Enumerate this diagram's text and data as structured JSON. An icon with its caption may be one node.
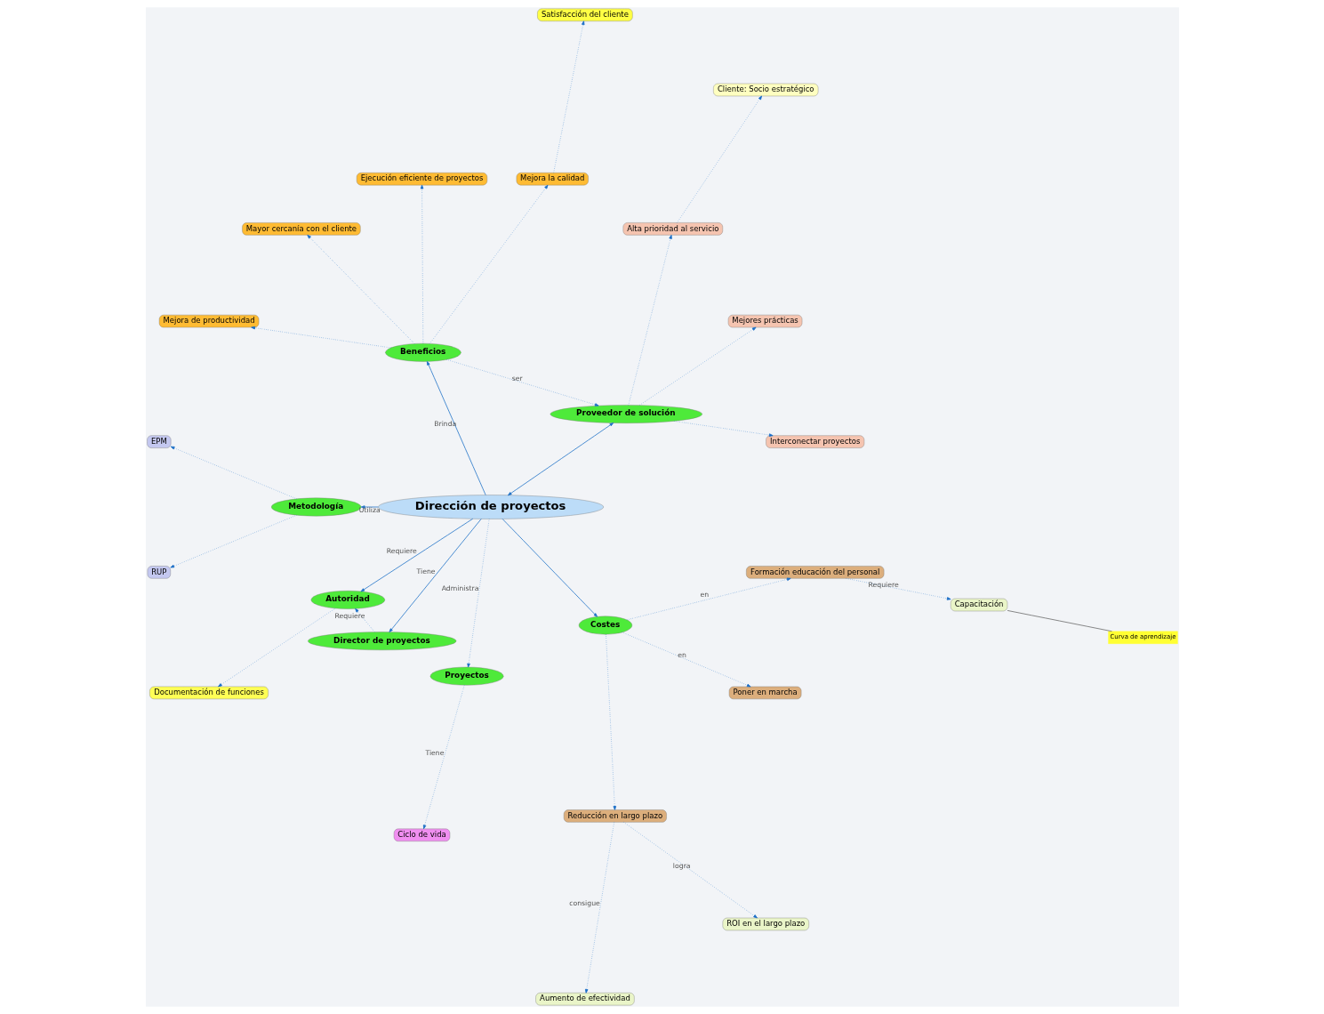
{
  "diagram": {
    "nodes": [
      {
        "text": [
          "Dirección de proyectos"
        ]
      },
      {
        "text": [
          "Proveedor de solución"
        ]
      },
      {
        "text": [
          "Interconectar proyectos"
        ]
      },
      {
        "text": [
          "Mejores prácticas"
        ]
      },
      {
        "text": [
          "Alta prioridad al servicio"
        ]
      },
      {
        "text": [
          "Cliente: Socio estratégico"
        ]
      },
      {
        "text": [
          "Beneficios"
        ]
      },
      {
        "text": [
          "Satisfacción del cliente"
        ]
      },
      {
        "text": [
          "Mejora la calidad"
        ]
      },
      {
        "text": [
          "Ejecución eficiente de proyectos"
        ]
      },
      {
        "text": [
          "Mayor cercanía con el cliente"
        ]
      },
      {
        "text": [
          "Mejora de productividad"
        ]
      },
      {
        "text": [
          "Metodología"
        ]
      },
      {
        "text": [
          "EPM"
        ]
      },
      {
        "text": [
          "RUP"
        ]
      },
      {
        "text": [
          "Autoridad"
        ]
      },
      {
        "text": [
          "Documentación de funciones"
        ]
      },
      {
        "text": [
          "Director de proyectos"
        ]
      },
      {
        "text": [
          "Proyectos"
        ]
      },
      {
        "text": [
          "Ciclo de vida"
        ]
      },
      {
        "text": [
          "Costes"
        ]
      },
      {
        "text": [
          "Reducción en largo plazo"
        ]
      },
      {
        "text": [
          "Aumento de efectividad"
        ]
      },
      {
        "text": [
          "ROI en el largo plazo"
        ]
      },
      {
        "text": [
          "Poner en marcha"
        ]
      },
      {
        "text": [
          "Formación educación del personal"
        ]
      },
      {
        "text": [
          "Capacitación"
        ]
      },
      {
        "text": [
          "Curva de aprendizaje"
        ]
      }
    ],
    "edges": [
      {
        "from": 0,
        "to": 1,
        "arrow": "both"
      },
      {
        "from": 1,
        "to": 2,
        "arrow": "to",
        "style": "dashed"
      },
      {
        "from": 1,
        "to": 3,
        "arrow": "to",
        "style": "dashed"
      },
      {
        "from": 1,
        "to": 4,
        "arrow": "to",
        "style": "dashed"
      },
      {
        "from": 4,
        "to": 5,
        "arrow": "to",
        "style": "dashed"
      },
      {
        "from": 0,
        "to": 6,
        "arrow": "to",
        "label": "Brinda"
      },
      {
        "from": 6,
        "to": 1,
        "arrow": "to",
        "label": "ser",
        "style": "dashed"
      },
      {
        "from": 6,
        "to": 8,
        "arrow": "to",
        "style": "dashed"
      },
      {
        "from": 8,
        "to": 7,
        "arrow": "to",
        "style": "dashed"
      },
      {
        "from": 6,
        "to": 9,
        "arrow": "to",
        "style": "dashed"
      },
      {
        "from": 6,
        "to": 10,
        "arrow": "to",
        "style": "dashed"
      },
      {
        "from": 6,
        "to": 11,
        "arrow": "to",
        "style": "dashed"
      },
      {
        "from": 0,
        "to": 12,
        "arrow": "to",
        "label": "Utiliza"
      },
      {
        "from": 12,
        "to": 13,
        "arrow": "to",
        "style": "dashed"
      },
      {
        "from": 12,
        "to": 14,
        "arrow": "to",
        "style": "dashed"
      },
      {
        "from": 0,
        "to": 15,
        "arrow": "to",
        "label": "Requiere"
      },
      {
        "from": 15,
        "to": 16,
        "arrow": "to",
        "style": "dashed"
      },
      {
        "from": 0,
        "to": 17,
        "arrow": "to",
        "label": "Tiene"
      },
      {
        "from": 17,
        "to": 15,
        "arrow": "to",
        "label": "Requiere",
        "style": "dashed"
      },
      {
        "from": 0,
        "to": 18,
        "arrow": "to",
        "label": "Administra",
        "style": "dashed"
      },
      {
        "from": 18,
        "to": 19,
        "arrow": "to",
        "label": "Tiene",
        "style": "dashed"
      },
      {
        "from": 0,
        "to": 20,
        "arrow": "to"
      },
      {
        "from": 20,
        "to": 21,
        "arrow": "to",
        "style": "dashed"
      },
      {
        "from": 21,
        "to": 22,
        "arrow": "to",
        "label": "consigue",
        "style": "dashed"
      },
      {
        "from": 21,
        "to": 23,
        "arrow": "to",
        "label": "logra",
        "style": "dashed"
      },
      {
        "from": 20,
        "to": 24,
        "arrow": "to",
        "label": "en",
        "style": "dashed"
      },
      {
        "from": 20,
        "to": 25,
        "arrow": "to",
        "label": "en",
        "style": "dashed"
      },
      {
        "from": 25,
        "to": 26,
        "arrow": "to",
        "label": "Requiere",
        "style": "dashed"
      },
      {
        "from": 27,
        "to": 26,
        "arrow": "none",
        "color": "#666666"
      }
    ]
  }
}
